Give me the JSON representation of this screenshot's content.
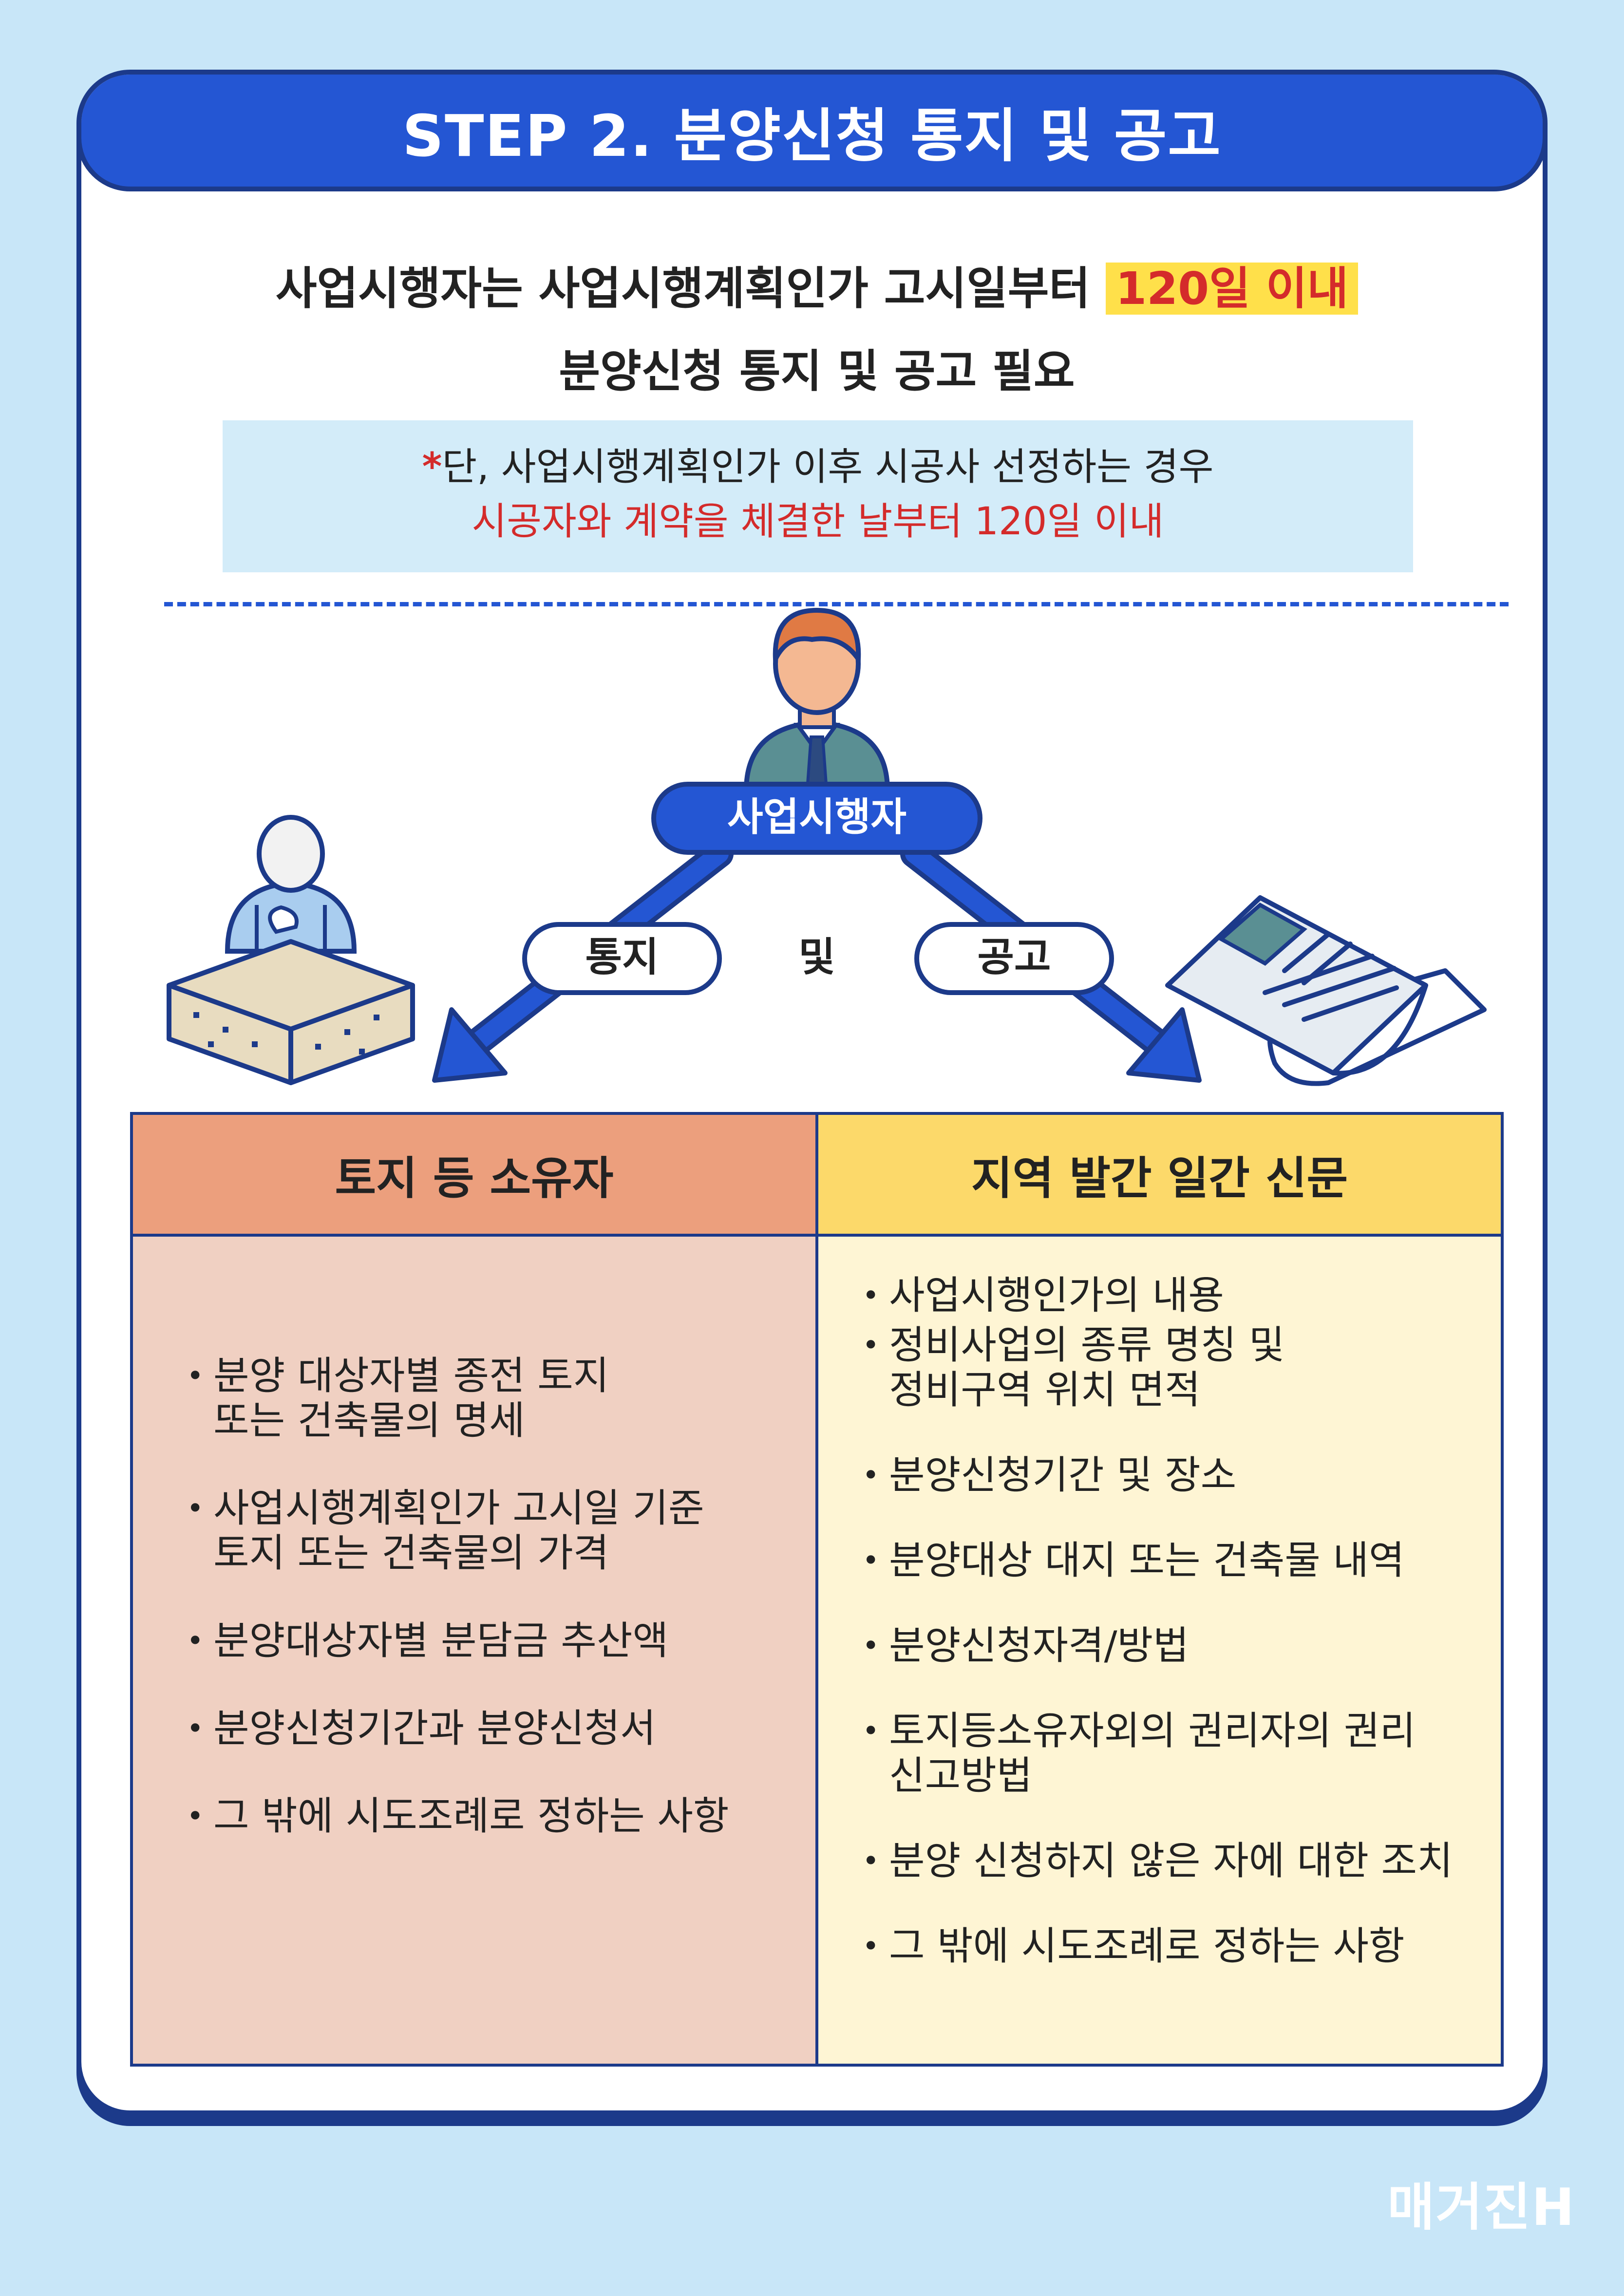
{
  "title": "STEP 2. 분양신청 통지 및 공고",
  "intro": {
    "line1_prefix": "사업시행자는 사업시행계획인가 고시일부터 ",
    "line1_highlight": "120일 이내",
    "line2": "분양신청 통지 및 공고 필요"
  },
  "note": {
    "star": "*",
    "line1": "단, 사업시행계획인가 이후 시공사 선정하는 경우",
    "line2": "시공자와 계약을 체결한 날부터 120일 이내"
  },
  "diagram": {
    "center_label": "사업시행자",
    "left_label": "통지",
    "middle_label": "및",
    "right_label": "공고"
  },
  "left_column": {
    "header": "토지 등 소유자",
    "items": [
      [
        "분양 대상자별 종전 토지",
        "또는 건축물의 명세"
      ],
      [
        "사업시행계획인가 고시일 기준",
        "토지 또는 건축물의 가격"
      ],
      [
        "분양대상자별 분담금 추산액"
      ],
      [
        "분양신청기간과 분양신청서"
      ],
      [
        "그 밖에 시도조례로 정하는 사항"
      ]
    ]
  },
  "right_column": {
    "header": "지역 발간 일간 신문",
    "items": [
      [
        "사업시행인가의 내용"
      ],
      [
        "정비사업의 종류 명칭 및",
        "정비구역 위치 면적"
      ],
      [
        "분양신청기간 및 장소"
      ],
      [
        "분양대상 대지 또는 건축물 내역"
      ],
      [
        "분양신청자격/방법"
      ],
      [
        "토지등소유자외의 권리자의 권리",
        "신고방법"
      ],
      [
        "분양 신청하지 않은 자에 대한 조치"
      ],
      [
        "그 밖에 시도조례로 정하는 사항"
      ]
    ]
  },
  "brand": "매거진H",
  "colors": {
    "background": "#c8e6f8",
    "title_bar": "#2456d3",
    "outline": "#1c3a8a",
    "highlight": "#ffe04a",
    "accent_red": "#d42b2b",
    "left_header": "#ec9f7d",
    "right_header": "#fcd96a"
  }
}
